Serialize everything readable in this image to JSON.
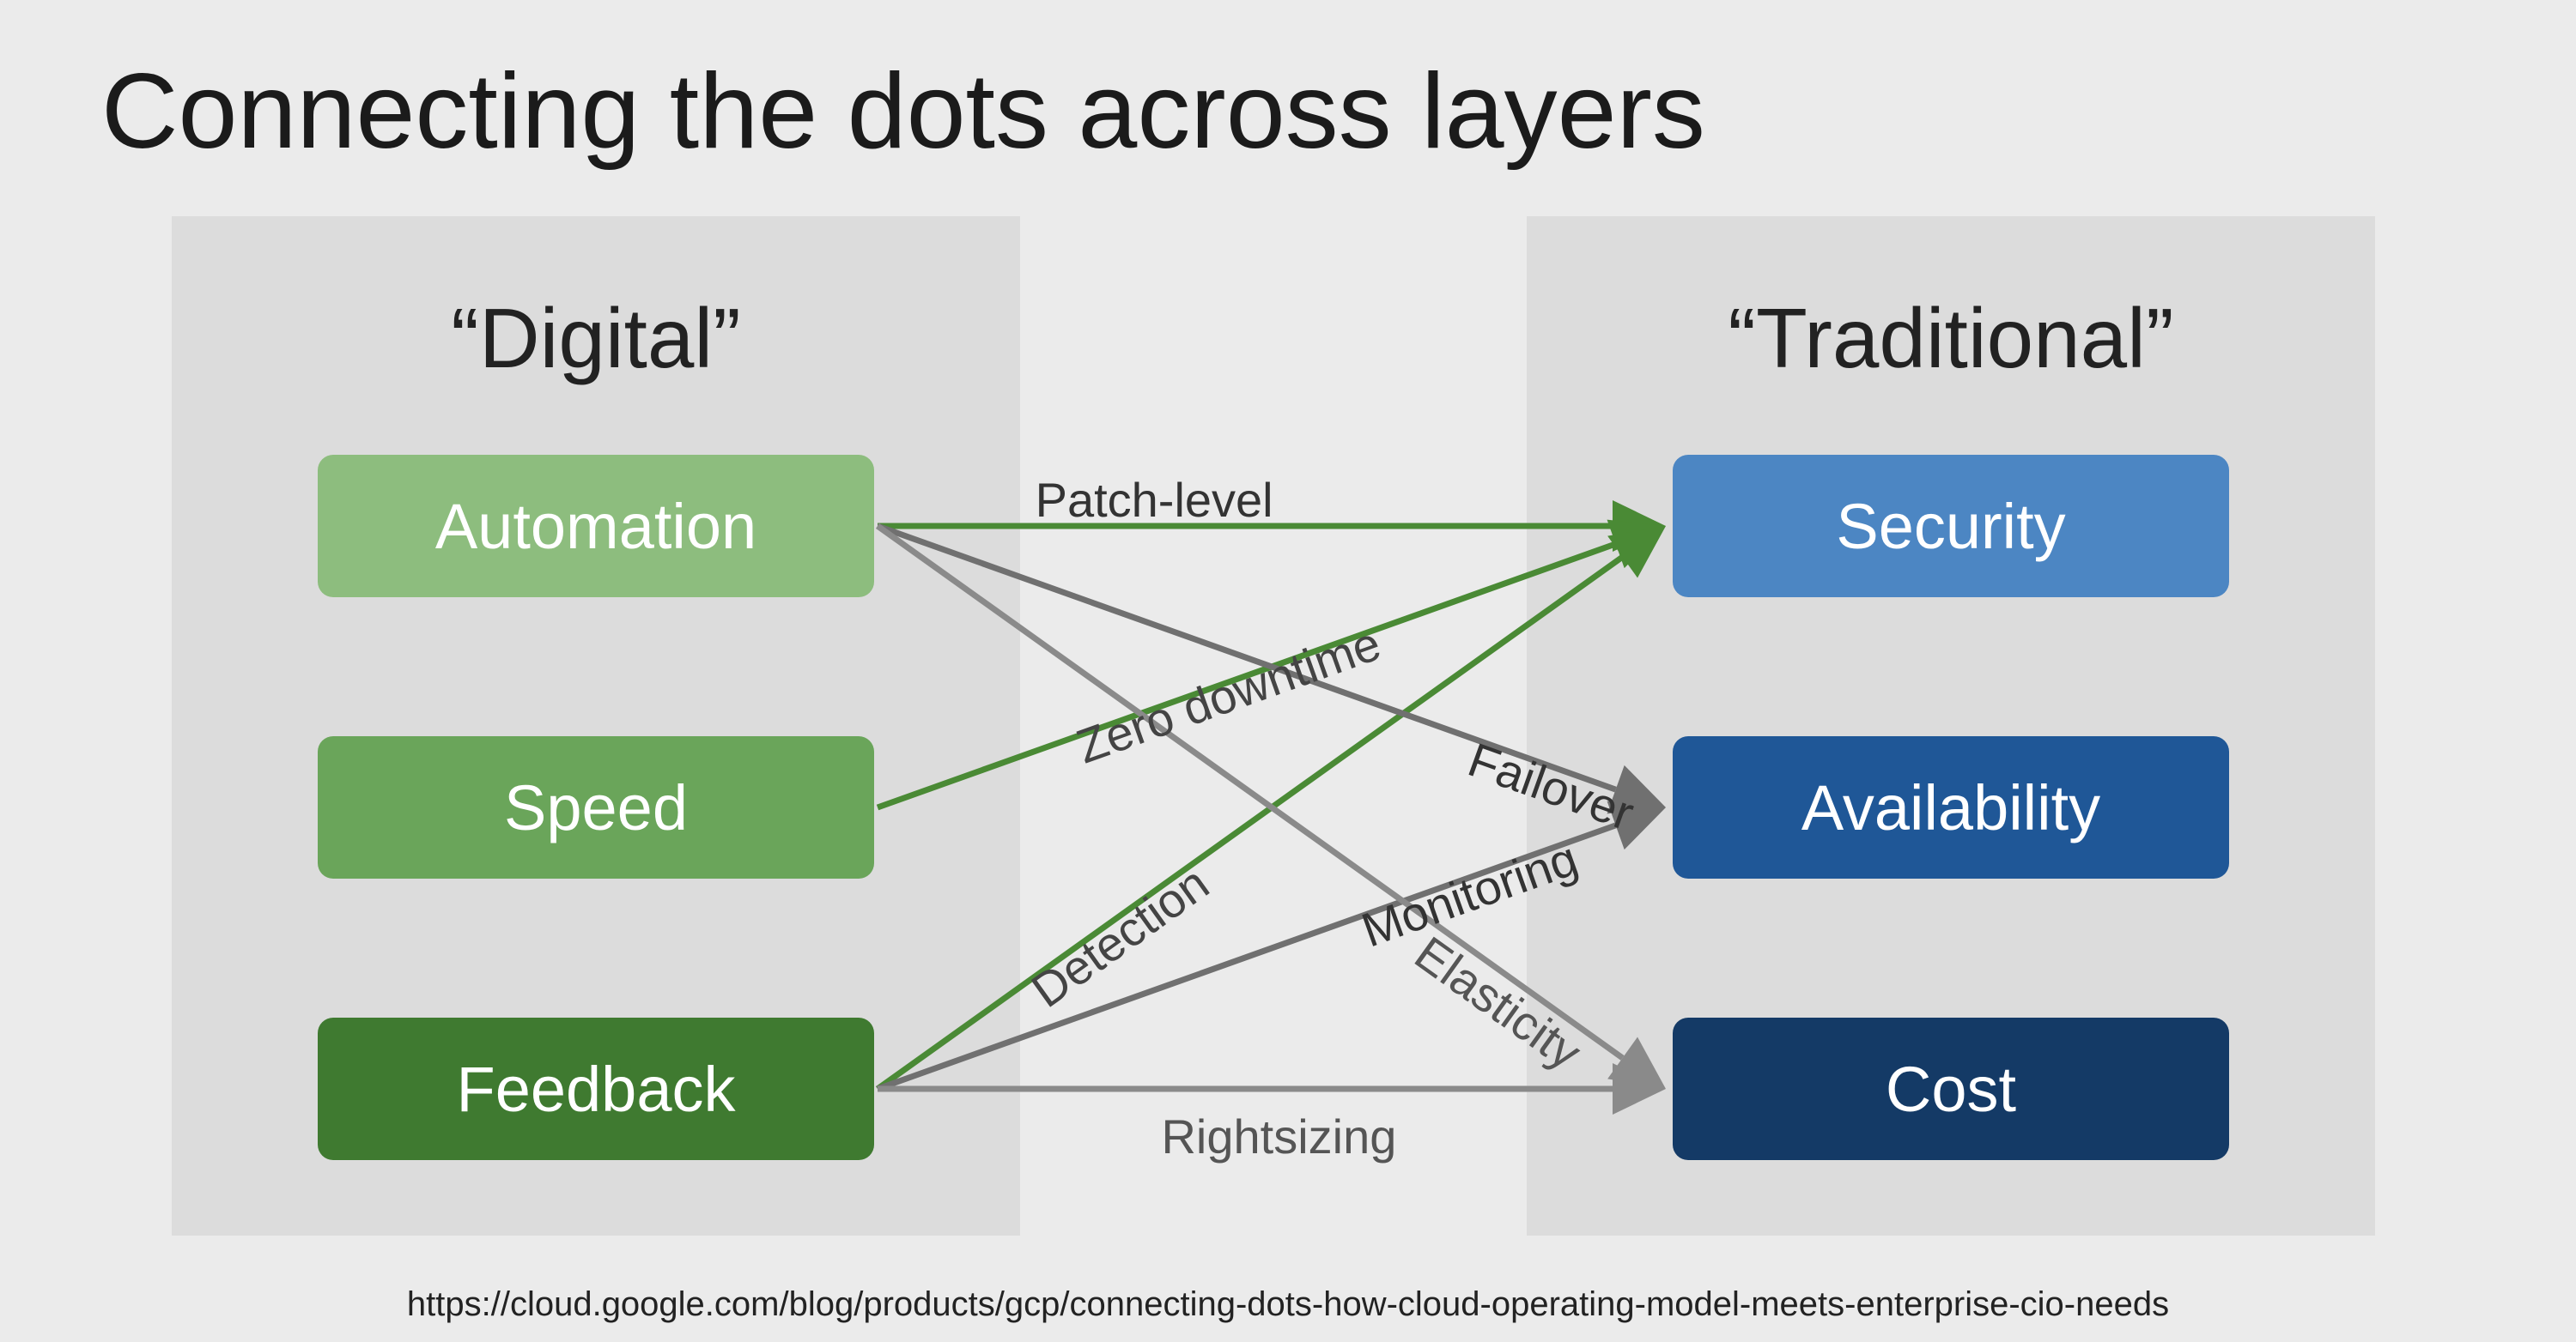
{
  "title": "Connecting the dots across layers",
  "left_panel": {
    "heading": "“Digital”",
    "nodes": [
      {
        "id": "automation",
        "label": "Automation",
        "color": "#8dbd7e"
      },
      {
        "id": "speed",
        "label": "Speed",
        "color": "#6aa55a"
      },
      {
        "id": "feedback",
        "label": "Feedback",
        "color": "#3f7a30"
      }
    ]
  },
  "right_panel": {
    "heading": "“Traditional”",
    "nodes": [
      {
        "id": "security",
        "label": "Security",
        "color": "#4c86c3"
      },
      {
        "id": "availability",
        "label": "Availability",
        "color": "#1f5797"
      },
      {
        "id": "cost",
        "label": "Cost",
        "color": "#143a66"
      }
    ]
  },
  "edges": [
    {
      "from": "automation",
      "to": "security",
      "label": "Patch-level",
      "color": "#4a8a35"
    },
    {
      "from": "speed",
      "to": "security",
      "label": "Zero downtime",
      "color": "#4a8a35"
    },
    {
      "from": "feedback",
      "to": "security",
      "label": "Detection",
      "color": "#4a8a35"
    },
    {
      "from": "automation",
      "to": "availability",
      "label": "Failover",
      "color": "#707070"
    },
    {
      "from": "feedback",
      "to": "availability",
      "label": "Monitoring",
      "color": "#707070"
    },
    {
      "from": "automation",
      "to": "cost",
      "label": "Elasticity",
      "color": "#8a8a8a"
    },
    {
      "from": "feedback",
      "to": "cost",
      "label": "Rightsizing",
      "color": "#8a8a8a"
    }
  ],
  "footer_url": "https://cloud.google.com/blog/products/gcp/connecting-dots-how-cloud-operating-model-meets-enterprise-cio-needs"
}
